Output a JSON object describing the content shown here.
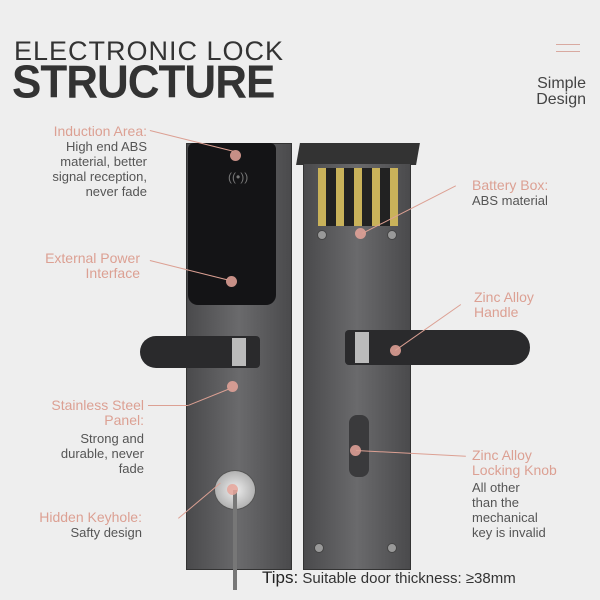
{
  "header": {
    "title_line1": "ELECTRONIC LOCK",
    "title_line2": "STRUCTURE",
    "badge_line1": "Simple",
    "badge_line2": "Design"
  },
  "callouts": {
    "induction": {
      "label": "Induction Area:",
      "desc": [
        "High end ABS",
        "material, better",
        "signal reception,",
        "never fade"
      ]
    },
    "power": {
      "label": [
        "External Power",
        "Interface"
      ]
    },
    "panel": {
      "label": [
        "Stainless Steel",
        "Panel:"
      ],
      "desc": [
        "Strong and",
        "durable, never",
        "fade"
      ]
    },
    "keyhole": {
      "label": "Hidden Keyhole:",
      "desc": "Safty design"
    },
    "battery": {
      "label": "Battery Box:",
      "desc": "ABS material"
    },
    "handle": {
      "label": [
        "Zinc Alloy",
        "Handle"
      ]
    },
    "knob": {
      "label": [
        "Zinc Alloy",
        "Locking Knob"
      ],
      "desc": [
        "All other",
        "than the",
        "mechanical",
        "key is invalid"
      ]
    }
  },
  "tips": {
    "label": "Tips:",
    "text": "Suitable door thickness: ≥38mm"
  },
  "colors": {
    "accent": "#dca093",
    "background": "#eeeeee"
  }
}
